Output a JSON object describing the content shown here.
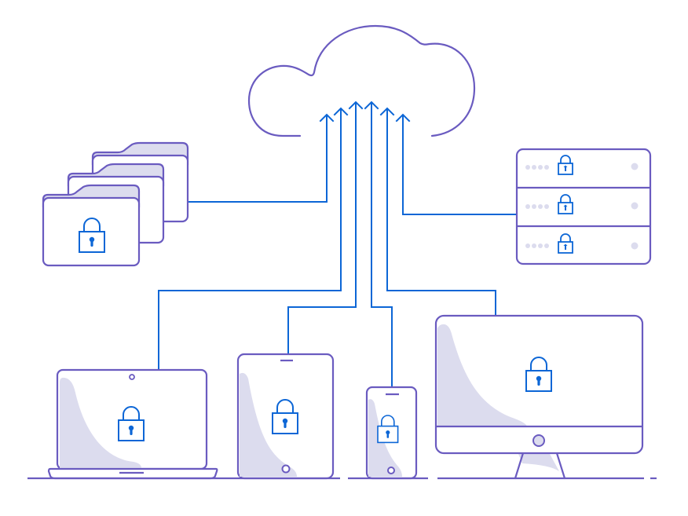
{
  "illustration": {
    "title": "",
    "theme": "cloud-sync-security",
    "colors": {
      "outline": "#6a5bc0",
      "connector": "#0c66d6",
      "shade": "#dcdcee",
      "background": "#ffffff"
    },
    "cloud": {
      "icon": "cloud-icon",
      "incoming_arrows": 6
    },
    "sources": [
      {
        "name": "folders",
        "icon": "folder-stack-icon",
        "count": 3,
        "locked": true
      },
      {
        "name": "server-rack",
        "icon": "server-icon",
        "units": 3,
        "locked": true,
        "indicator_dots_per_unit": 4
      },
      {
        "name": "laptop",
        "icon": "laptop-icon",
        "locked": true
      },
      {
        "name": "tablet",
        "icon": "tablet-icon",
        "locked": true
      },
      {
        "name": "smartphone",
        "icon": "smartphone-icon",
        "locked": true
      },
      {
        "name": "desktop-monitor",
        "icon": "monitor-icon",
        "locked": true
      }
    ],
    "lock_icon": "padlock-icon"
  }
}
